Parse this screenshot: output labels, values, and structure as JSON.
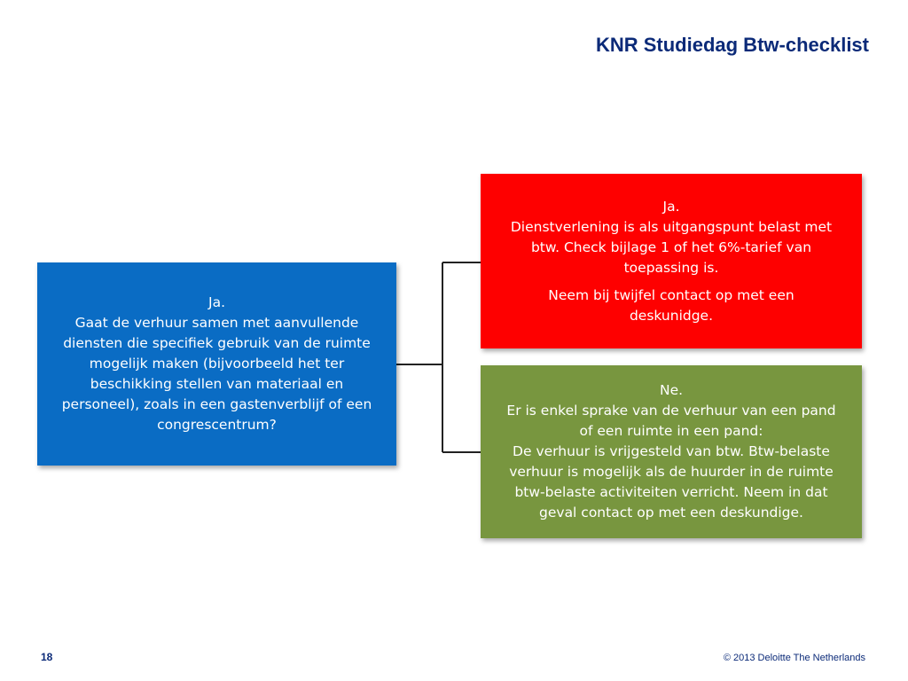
{
  "header": {
    "title": "KNR Studiedag Btw-checklist"
  },
  "diagram": {
    "question_box": {
      "heading": "Ja.",
      "text": "Gaat de verhuur samen met aanvullende\ndiensten die specifiek gebruik van de ruimte\nmogelijk maken (bijvoorbeeld het ter\nbeschikking stellen van materiaal en\npersoneel), zoals in een gastenverblijf of een\ncongrescentrum?",
      "color": "#0a6cc4"
    },
    "yes_box": {
      "heading": "Ja.",
      "text": "Dienstverlening is als uitgangspunt belast met\nbtw. Check bijlage 1 of  het 6%-tarief van\ntoepassing is.",
      "note": "Neem bij twijfel contact op met een\ndeskunidge.",
      "color": "#fe0000"
    },
    "no_box": {
      "heading": "Ne.",
      "text": "Er is enkel sprake van de verhuur van een pand\nof een ruimte in een pand:\nDe verhuur is vrijgesteld van btw. Btw-belaste\nverhuur is mogelijk als de huurder in de ruimte\nbtw-belaste activiteiten verricht. Neem in dat\ngeval contact op met een deskundige.",
      "color": "#78963f"
    },
    "connector_color": "#222222"
  },
  "footer": {
    "page_number": "18",
    "copyright": "© 2013 Deloitte The Netherlands"
  }
}
